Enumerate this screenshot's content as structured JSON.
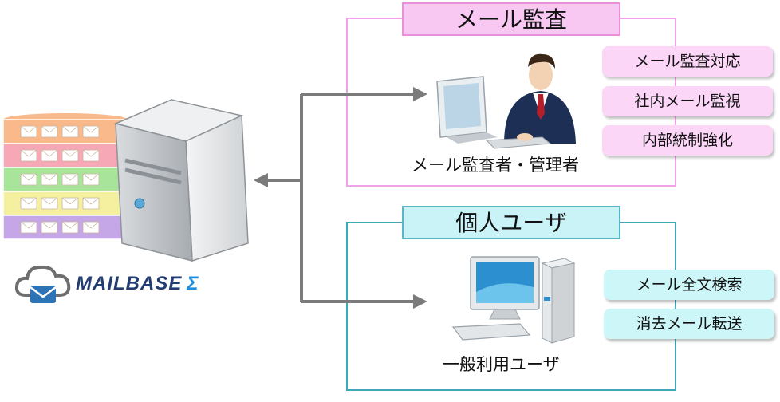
{
  "audit_section": {
    "title": "メール監査",
    "role_label": "メール監査者・管理者",
    "tags": [
      "メール監査対応",
      "社内メール監視",
      "内部統制強化"
    ],
    "border_color": "#f0a2e6",
    "header_fill": "#f8c8f2",
    "tag_fill": "#fbd6f7"
  },
  "user_section": {
    "title": "個人ユーザ",
    "role_label": "一般利用ユーザ",
    "tags": [
      "メール全文検索",
      "消去メール転送"
    ],
    "border_color": "#3fa7b7",
    "header_fill": "#c9f3f6",
    "tag_fill": "#cdf6f8"
  },
  "brand": {
    "name": "MAILBASE",
    "symbol": "Σ",
    "icon": "cloud-mail-icon"
  },
  "server": {
    "icon": "server-tower-icon",
    "storage_icon": "mail-storage-stack-icon",
    "layer_colors": [
      "#f9b98a",
      "#f7a8b6",
      "#a8e59a",
      "#f5f0a0",
      "#c5a6e6"
    ]
  },
  "icons": {
    "auditor": "businessman-at-computer-icon",
    "user": "desktop-computer-icon",
    "arrow": "connector-arrow"
  }
}
